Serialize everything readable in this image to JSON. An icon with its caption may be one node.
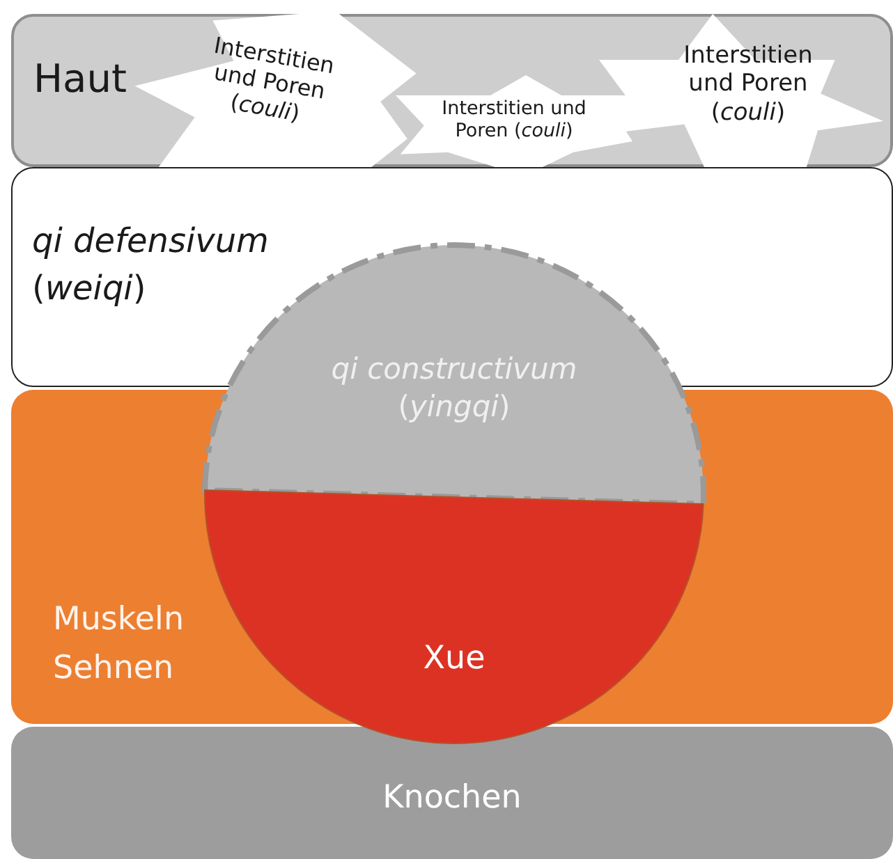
{
  "diagram": {
    "nodes": [
      {
        "text": [
          "Haut"
        ]
      },
      {
        "text": [
          "Interstitien und Poren (*couli*)"
        ],
        "in": 0
      },
      {
        "text": [
          "Interstitien und Poren (*couli*)"
        ],
        "in": 0
      },
      {
        "text": [
          "Interstitien und Poren (*couli*)"
        ],
        "in": 0
      },
      {
        "text": [
          "qi defensivum",
          "(*weiqi*)"
        ]
      },
      {
        "text": [
          "qi constructivum",
          "(*yingqi*)"
        ]
      },
      {
        "text": [
          "Muskeln Sehnen"
        ]
      },
      {
        "text": [
          "Xue"
        ]
      },
      {
        "text": [
          "Knochen"
        ]
      }
    ],
    "edges": []
  }
}
